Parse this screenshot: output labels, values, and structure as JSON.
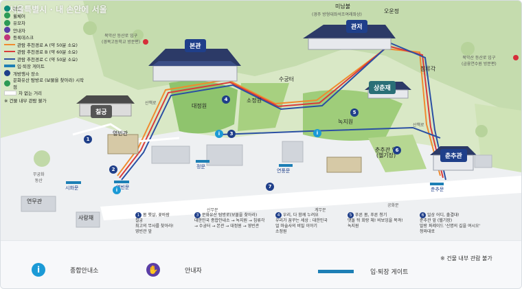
{
  "watermark": "서울특별시 · 내 손안에 서울",
  "legend": [
    {
      "label": "정원",
      "icon": "park-icon",
      "color": "#0d8a7a"
    },
    {
      "label": "휠체어",
      "icon": "wheelchair-icon",
      "color": "#2c9a55"
    },
    {
      "label": "유모차",
      "icon": "stroller-icon",
      "color": "#2c9a55"
    },
    {
      "label": "안내자",
      "icon": "guide-icon",
      "color": "#5b3ea6"
    },
    {
      "label": "등록데스크",
      "icon": "desk-icon",
      "color": "#c0357a"
    },
    {
      "label": "관람 추천경로 A (약 50분 소요)",
      "color": "#f08a2e",
      "type": "line"
    },
    {
      "label": "관람 추천경로 B (약 60분 소요)",
      "color": "#d93a3a",
      "type": "line"
    },
    {
      "label": "관람 추천경로 C (약 50분 소요)",
      "color": "#2a4fa3",
      "type": "line"
    },
    {
      "label": "입·퇴장 게이트",
      "color": "#1d7fb5",
      "type": "bar"
    },
    {
      "label": "개방행사 장소",
      "icon": "event-icon",
      "color": "#1f3f8a"
    },
    {
      "label": "문화유산 탐방로 (보물을 찾아라) 시작점",
      "icon": "start-icon",
      "color": "#2c9a55"
    },
    {
      "label": "차 없는 거리",
      "color": "#ffffff",
      "type": "bar"
    },
    {
      "label": "※ 건물 내부 관람 불가",
      "type": "note"
    }
  ],
  "places": {
    "bonkwan": "본관",
    "gwanjeo": "관저",
    "sangchunjae": "상춘재",
    "chunchugwan": "춘추관",
    "yeongbingwan": "영빈관",
    "chimryugak": "침류각",
    "daejeongwon": "대정원",
    "sojeongwon": "소정원",
    "sugungteo": "수궁터",
    "nokjiwon": "녹지원",
    "chunchugwan_front": "춘추관 앞\n(헬기장)",
    "miinbul": "미남불",
    "miinbul_sub": "(경주 방형대좌석조여래좌상)",
    "oujeong": "오운정",
    "yeonmugwan": "연무관",
    "sarangchae": "사랑채",
    "muguidongsan": "무궁화\n동산",
    "chilgung": "칠궁",
    "north_entry_left": "북악산 등산로 입구\n(경복고등학교 방문편)",
    "north_entry_right": "북악산 등산로 입구\n(금융연수원 방문편)",
    "shinmu": "신무문",
    "gyeongmu": "계무문",
    "gonghwa": "공화문"
  },
  "gates": {
    "sihwa": "시화문",
    "yeongbin": "영빈문",
    "jeong": "정문",
    "yeonpung": "연풍문",
    "chunchu": "춘추문"
  },
  "route_labels": {
    "sanchaekro_left": "산책로",
    "sanchaekro_right": "산책로"
  },
  "tours": [
    {
      "num": "1",
      "lines": "봄 햇살, 꽃바람\n칠궁\n최고의 무사를 찾아라!\n영빈관 앞"
    },
    {
      "num": "3",
      "lines": "문화유산 탐방로(보물을 찾아라)\n대한민국 종합안내소 → 녹지원 → 침류각\n→ 수궁터 → 본관 → 대정원 → 영빈관"
    },
    {
      "num": "4",
      "lines": "우리, 다 함께 누려요\n우리가 꿈꾸는 세상 : 대한민국\n얼 마술사의 비밀 이야기\n소정원"
    },
    {
      "num": "5",
      "lines": "푸른 봄, 푸른 청기\n댓돌 뒤 회랑 체! 비보잉을 목격!\n녹지원"
    },
    {
      "num": "6",
      "lines": "일상 어디, 출결대!\n춘추관 앞 (헬기장)\n말랑 퍼레이드 '신명의 길을 여시오'\n청와대로"
    }
  ],
  "bottom_legend": {
    "info_center": "종합안내소",
    "guide": "안내자",
    "gate": "입·퇴장 게이트",
    "note": "※ 건물 내부 관람 불가"
  }
}
